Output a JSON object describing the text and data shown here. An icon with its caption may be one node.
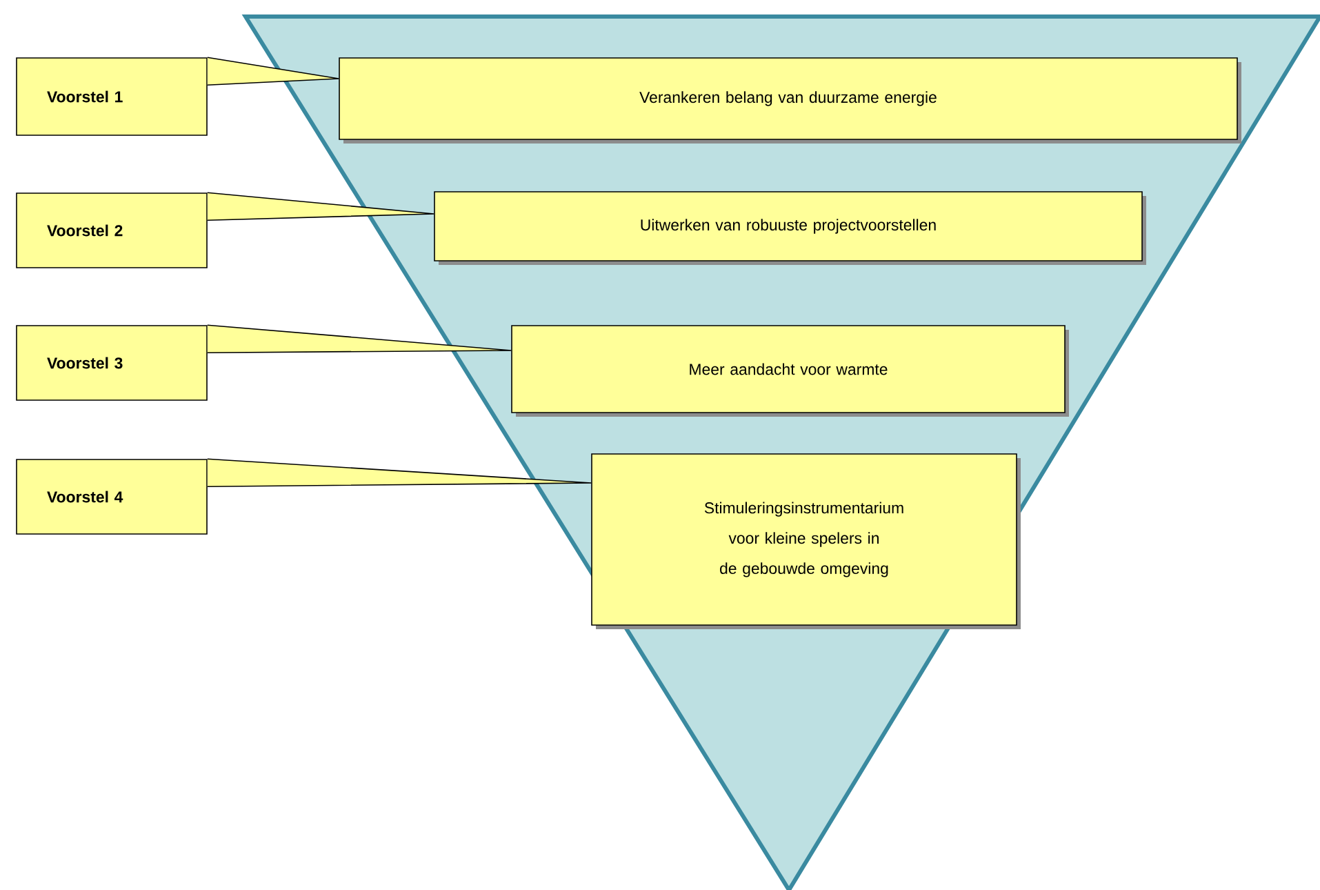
{
  "diagram": {
    "nodes": [
      {
        "text": [
          "Voorstel 1"
        ]
      },
      {
        "text": [
          "Verankeren belang van duurzame energie"
        ]
      },
      {
        "text": [
          "Voorstel 2"
        ]
      },
      {
        "text": [
          "Uitwerken van robuuste projectvoorstellen"
        ]
      },
      {
        "text": [
          "Voorstel 3"
        ]
      },
      {
        "text": [
          "Meer aandacht voor warmte"
        ]
      },
      {
        "text": [
          "Voorstel 4"
        ]
      },
      {
        "text": [
          "Stimuleringsinstrumentarium voor kleine spelers in de gebouwde omgeving"
        ]
      }
    ],
    "edges": [
      {
        "from": 0,
        "to": 1,
        "arrow": "none"
      },
      {
        "from": 2,
        "to": 3,
        "arrow": "none"
      },
      {
        "from": 4,
        "to": 5,
        "arrow": "none"
      },
      {
        "from": 6,
        "to": 7,
        "arrow": "none"
      }
    ]
  }
}
